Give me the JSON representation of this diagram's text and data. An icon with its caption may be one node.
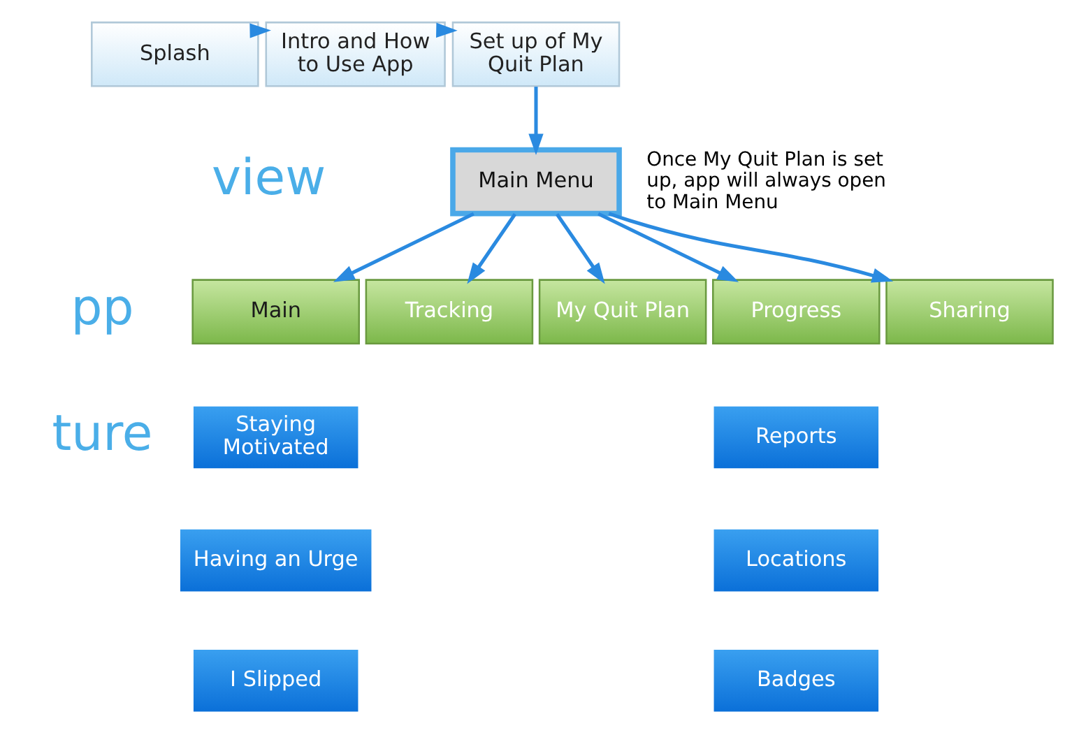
{
  "diagram": {
    "nodes": [
      {
        "text": [
          "Splash"
        ]
      },
      {
        "text": [
          "Intro and How to Use App"
        ]
      },
      {
        "text": [
          "Set up of My Quit Plan"
        ]
      },
      {
        "text": [
          "Main Menu"
        ],
        "beside": [
          "Once My Quit Plan is set up, app will always open to Main Menu"
        ]
      },
      {
        "text": [
          "Main"
        ]
      },
      {
        "text": [
          "Tracking"
        ]
      },
      {
        "text": [
          "My Quit Plan"
        ]
      },
      {
        "text": [
          "Progress"
        ]
      },
      {
        "text": [
          "Sharing"
        ]
      },
      {
        "text": [
          "Staying Motivated"
        ]
      },
      {
        "text": [
          "Having an Urge"
        ]
      },
      {
        "text": [
          "I Slipped"
        ]
      },
      {
        "text": [
          "Reports"
        ]
      },
      {
        "text": [
          "Locations"
        ]
      },
      {
        "text": [
          "Badges"
        ]
      }
    ],
    "edges": [
      {
        "from": 0,
        "to": 1,
        "arrow": "to"
      },
      {
        "from": 1,
        "to": 2,
        "arrow": "to"
      },
      {
        "from": 2,
        "to": 3,
        "arrow": "to"
      },
      {
        "from": 3,
        "to": 4,
        "arrow": "to"
      },
      {
        "from": 3,
        "to": 5,
        "arrow": "to"
      },
      {
        "from": 3,
        "to": 6,
        "arrow": "to"
      },
      {
        "from": 3,
        "to": 7,
        "arrow": "to"
      },
      {
        "from": 3,
        "to": 8,
        "arrow": "to"
      }
    ],
    "labels": [
      "view",
      "pp",
      "ture"
    ]
  }
}
